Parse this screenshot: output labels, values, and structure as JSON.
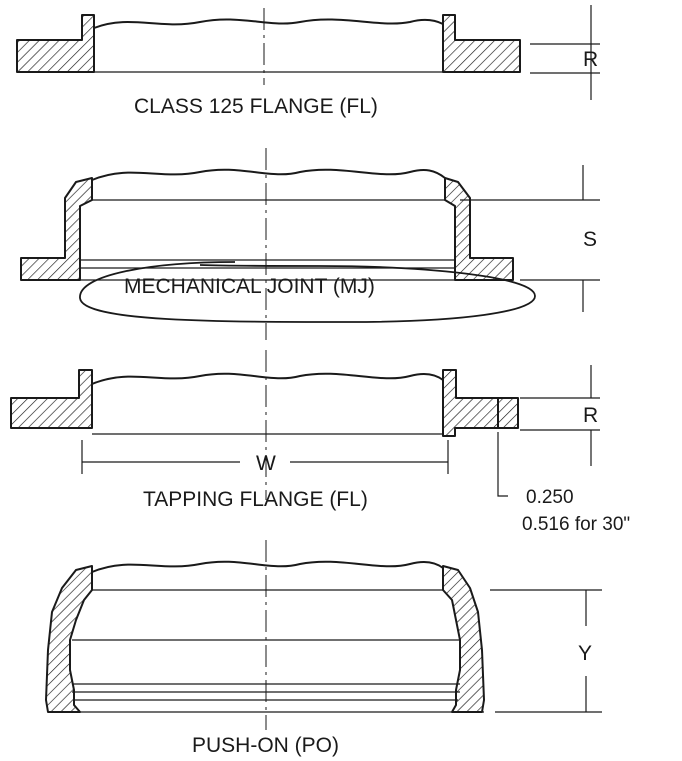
{
  "sections": {
    "class125": {
      "caption": "CLASS 125 FLANGE (FL)",
      "dim": "R"
    },
    "mechanical": {
      "caption": "MECHANICAL JOINT (MJ)",
      "dim": "S"
    },
    "tapping": {
      "caption": "TAPPING FLANGE (FL)",
      "dim": "R",
      "width_label": "W",
      "offset_value": "0.250",
      "offset_note": "0.516 for 30\""
    },
    "pushon": {
      "caption": "PUSH-ON (PO)",
      "dim": "Y"
    }
  }
}
